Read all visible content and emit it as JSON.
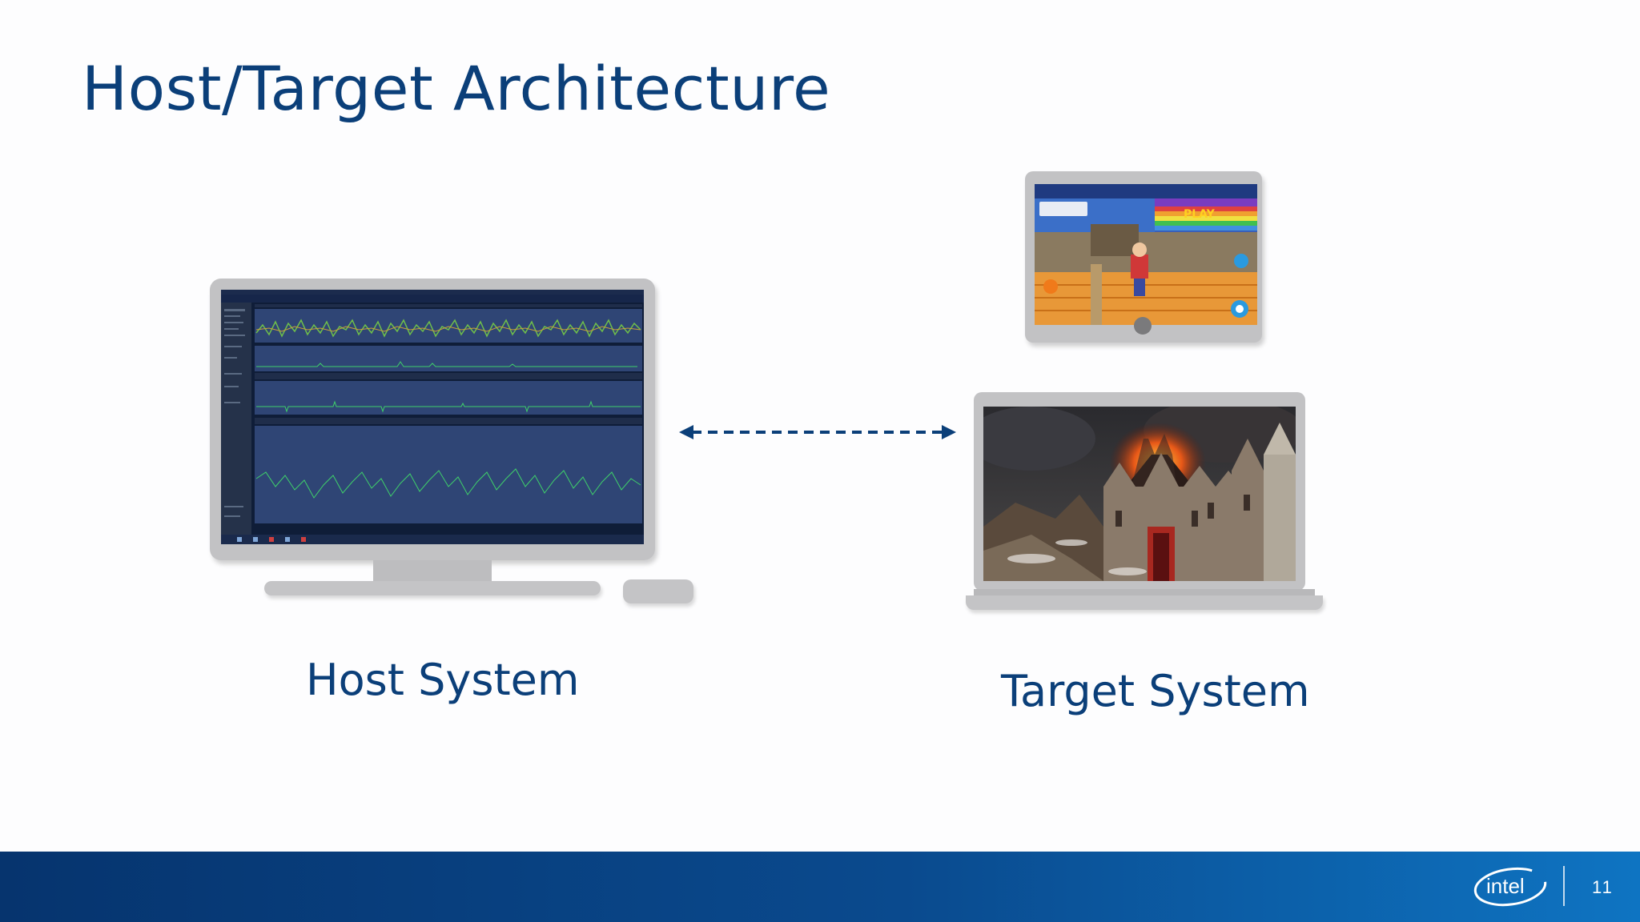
{
  "slide": {
    "title": "Host/Target Architecture",
    "page_number": "11"
  },
  "host": {
    "caption": "Host System"
  },
  "target": {
    "caption": "Target System"
  },
  "footer": {
    "logo_text": "intel",
    "gradient_start": "#06346e",
    "gradient_end": "#0e74c2"
  },
  "colors": {
    "title": "#0b3f79",
    "device_gray": "#c2c2c4",
    "arrow": "#0b3f79"
  },
  "icons": [
    "dashed-double-arrow-icon",
    "intel-logo"
  ],
  "tablet_game": {
    "play_sign": "PLAY"
  }
}
